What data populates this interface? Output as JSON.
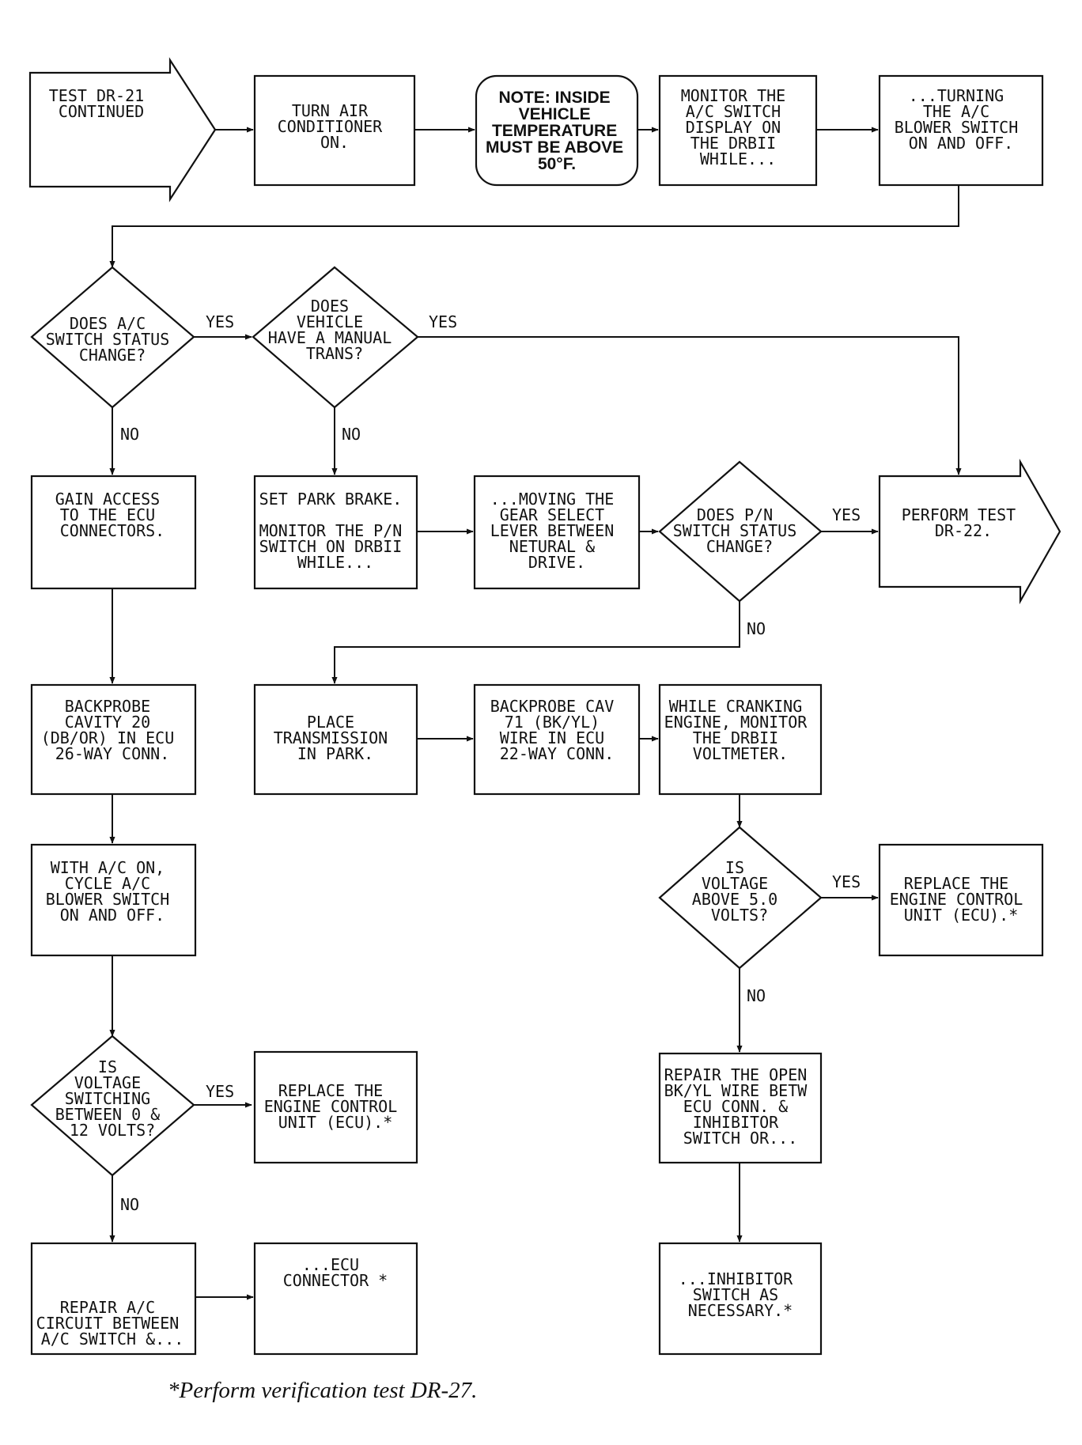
{
  "nodes": {
    "start": [
      "TEST DR-21",
      "CONTINUED"
    ],
    "turn_ac": [
      "TURN AIR",
      "CONDITIONER",
      "ON."
    ],
    "note": [
      "NOTE:  INSIDE",
      "VEHICLE",
      "TEMPERATURE",
      "MUST BE ABOVE",
      "50°F."
    ],
    "monitor_ac": [
      "MONITOR THE",
      "A/C SWITCH",
      "DISPLAY ON",
      "THE DRBII",
      "WHILE..."
    ],
    "turning_blower": [
      "...TURNING",
      "THE A/C",
      "BLOWER SWITCH",
      "ON AND OFF."
    ],
    "ac_status": [
      "DOES A/C",
      "SWITCH STATUS",
      "CHANGE?"
    ],
    "manual_trans": [
      "DOES",
      "VEHICLE",
      "HAVE A MANUAL",
      "TRANS?"
    ],
    "gain_access": [
      "GAIN ACCESS",
      "TO THE ECU",
      "CONNECTORS."
    ],
    "park_brake": [
      "SET PARK BRAKE.",
      "",
      "MONITOR THE P/N",
      "SWITCH ON DRBII",
      "WHILE..."
    ],
    "moving_gear": [
      "...MOVING THE",
      "GEAR SELECT",
      "LEVER BETWEEN",
      "NETURAL &",
      "DRIVE."
    ],
    "pn_status": [
      "DOES P/N",
      "SWITCH STATUS",
      "CHANGE?"
    ],
    "perform_dr22": [
      "PERFORM TEST",
      "DR-22."
    ],
    "backprobe20": [
      "BACKPROBE",
      "CAVITY 20",
      "(DB/OR) IN ECU",
      "26-WAY CONN."
    ],
    "place_trans": [
      "PLACE",
      "TRANSMISSION",
      "IN PARK."
    ],
    "backprobe71": [
      "BACKPROBE CAV",
      "71 (BK/YL)",
      "WIRE IN ECU",
      "22-WAY CONN."
    ],
    "cranking": [
      "WHILE CRANKING",
      "ENGINE, MONITOR",
      "THE DRBII",
      "VOLTMETER."
    ],
    "cycle_blower": [
      "WITH A/C ON,",
      "CYCLE A/C",
      "BLOWER SWITCH",
      "ON AND OFF."
    ],
    "voltage_5": [
      "IS",
      "VOLTAGE",
      "ABOVE 5.0",
      "VOLTS?"
    ],
    "replace_ecu_right": [
      "REPLACE THE",
      "ENGINE CONTROL",
      "UNIT (ECU).*"
    ],
    "voltage_switching": [
      "IS",
      "VOLTAGE",
      "SWITCHING",
      "BETWEEN 0 &",
      "12 VOLTS?"
    ],
    "replace_ecu_left": [
      "REPLACE THE",
      "ENGINE CONTROL",
      "UNIT (ECU).*"
    ],
    "repair_open": [
      "REPAIR THE OPEN",
      "BK/YL WIRE BETW",
      "ECU CONN. &",
      "INHIBITOR",
      "SWITCH OR..."
    ],
    "repair_ac": [
      "REPAIR A/C",
      "CIRCUIT BETWEEN",
      "A/C SWITCH &..."
    ],
    "ecu_connector": [
      "...ECU",
      "CONNECTOR *"
    ],
    "inhibitor": [
      "...INHIBITOR",
      "SWITCH AS",
      "NECESSARY.*"
    ]
  },
  "edge_labels": {
    "yes": "YES",
    "no": "NO"
  },
  "footnote": "*Perform verification test  DR-27."
}
